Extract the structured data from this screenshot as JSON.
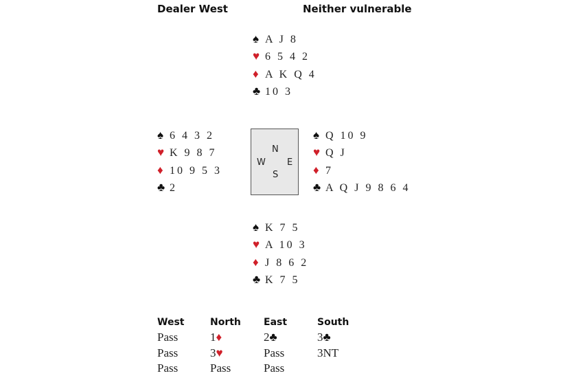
{
  "header": {
    "dealer": "Dealer West",
    "vulnerability": "Neither vulnerable"
  },
  "colors": {
    "red_suit": "#d0202a",
    "black_suit": "#111111"
  },
  "hands": {
    "north": [
      {
        "suit": "♠",
        "cards": "A J 8"
      },
      {
        "suit": "♥",
        "cards": "6 5 4 2"
      },
      {
        "suit": "♦",
        "cards": "A K Q 4"
      },
      {
        "suit": "♣",
        "cards": "10 3"
      }
    ],
    "west": [
      {
        "suit": "♠",
        "cards": "6 4 3 2"
      },
      {
        "suit": "♥",
        "cards": "K 9 8 7"
      },
      {
        "suit": "♦",
        "cards": "10 9 5 3"
      },
      {
        "suit": "♣",
        "cards": "2"
      }
    ],
    "east": [
      {
        "suit": "♠",
        "cards": "Q 10 9"
      },
      {
        "suit": "♥",
        "cards": "Q J"
      },
      {
        "suit": "♦",
        "cards": "7"
      },
      {
        "suit": "♣",
        "cards": "A Q J 9 8 6 4"
      }
    ],
    "south": [
      {
        "suit": "♠",
        "cards": "K 7 5"
      },
      {
        "suit": "♥",
        "cards": "A 10 3"
      },
      {
        "suit": "♦",
        "cards": "J 8 6 2"
      },
      {
        "suit": "♣",
        "cards": "K 7 5"
      }
    ]
  },
  "compass": {
    "n": "N",
    "w": "W",
    "e": "E",
    "s": "S"
  },
  "auction": {
    "headers": [
      "West",
      "North",
      "East",
      "South"
    ],
    "rows": [
      [
        {
          "text": "Pass",
          "suit": ""
        },
        {
          "text": "1",
          "suit": "♦"
        },
        {
          "text": "2",
          "suit": "♣"
        },
        {
          "text": "3",
          "suit": "♣"
        }
      ],
      [
        {
          "text": "Pass",
          "suit": ""
        },
        {
          "text": "3",
          "suit": "♥"
        },
        {
          "text": "Pass",
          "suit": ""
        },
        {
          "text": "3NT",
          "suit": ""
        }
      ],
      [
        {
          "text": "Pass",
          "suit": ""
        },
        {
          "text": "Pass",
          "suit": ""
        },
        {
          "text": "Pass",
          "suit": ""
        }
      ]
    ]
  }
}
